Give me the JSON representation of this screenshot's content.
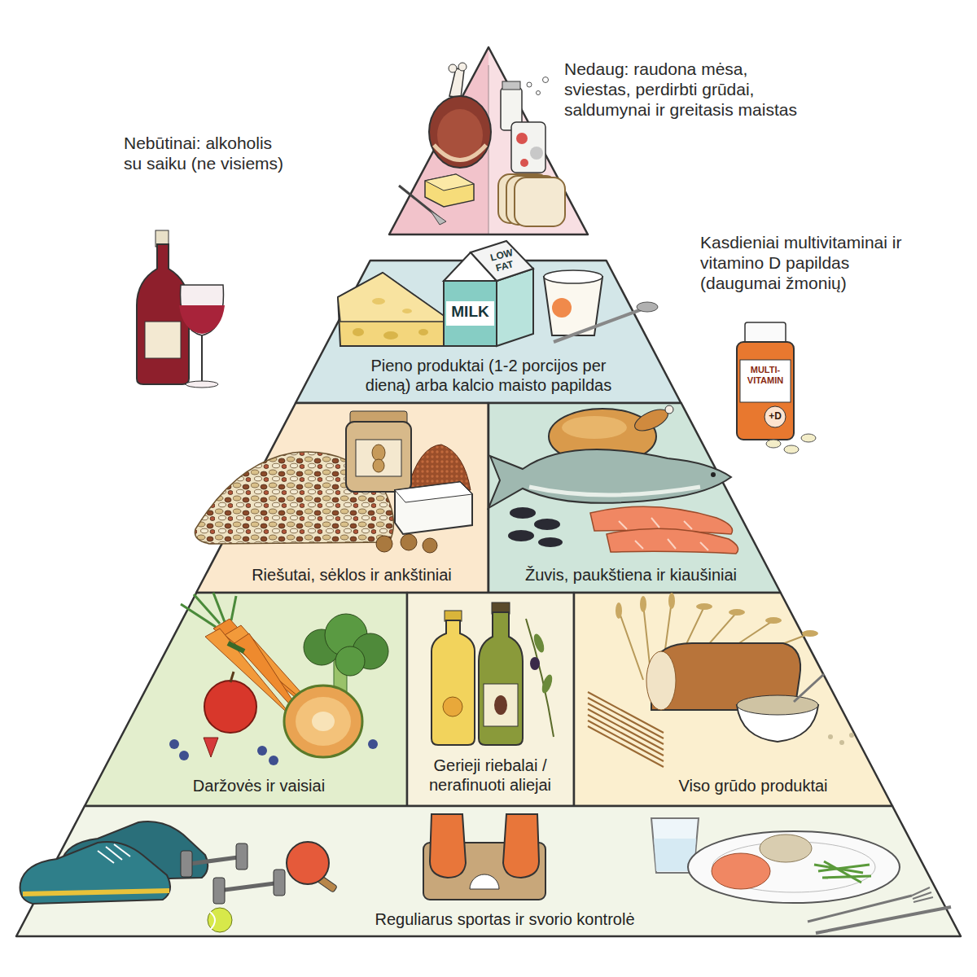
{
  "diagram": {
    "nodes": [
      {
        "text": [
          "Pieno produktai (1-2 porcijos per dieną) arba kalcio maisto papildas"
        ]
      },
      {
        "text": [
          "Riešutai, sėklos ir ankštiniai"
        ]
      },
      {
        "text": [
          "Žuvis, paukštiena ir kiaušiniai"
        ]
      },
      {
        "text": [
          "Daržovės ir vaisiai"
        ]
      },
      {
        "text": [
          "Gerieji riebalai / nerafinuoti aliejai"
        ]
      },
      {
        "text": [
          "Viso grūdo produktai"
        ]
      },
      {
        "text": [
          "Reguliarus sportas ir svorio kontrolė"
        ]
      }
    ],
    "labels": [
      "Nebūtinai: alkoholis su saiku (ne visiems)",
      "Nedaug: raudona mėsa, sviestas, perdirbti grūdai, saldumynai ir greitasis maistas",
      "Kasdieniai multivitaminai ir vitamino D papildas (daugumai žmonių)",
      "LOW FAT",
      "MILK",
      "MULTI-VITAMIN",
      "+D"
    ]
  }
}
